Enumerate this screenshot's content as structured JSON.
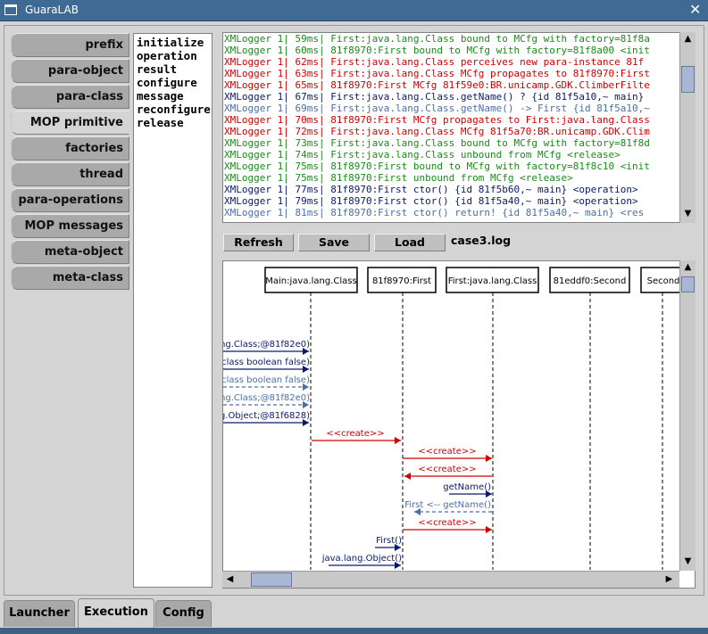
{
  "window": {
    "title": "GuaraLAB"
  },
  "categories": [
    "prefix",
    "para-object",
    "para-class",
    "MOP primitive",
    "factories",
    "thread",
    "para-operations",
    "MOP messages",
    "meta-object",
    "meta-class"
  ],
  "selected_category": "MOP primitive",
  "methods": [
    "initialize",
    "operation",
    "result",
    "configure",
    "message",
    "reconfigure",
    "release"
  ],
  "log_lines": [
    {
      "text": "XMLogger 1| 59ms| First:java.lang.Class bound to MCfg with factory=81f8a",
      "color": "green"
    },
    {
      "text": "XMLogger 1| 60ms| 81f8970:First bound to MCfg with factory=81f8a00 <init",
      "color": "green"
    },
    {
      "text": "XMLogger 1| 62ms| First:java.lang.Class perceives new para-instance  81f",
      "color": "red"
    },
    {
      "text": "XMLogger 1| 63ms| First:java.lang.Class MCfg propagates to 81f8970:First",
      "color": "red"
    },
    {
      "text": "XMLogger 1| 65ms| 81f8970:First MCfg 81f59e0:BR.unicamp.GDK.ClimberFilte",
      "color": "red"
    },
    {
      "text": "XMLogger 1| 67ms| First:java.lang.Class.getName() ? {id 81f5a10,~ main}",
      "color": "navy"
    },
    {
      "text": "XMLogger 1| 69ms| First:java.lang.Class.getName() -> First {id 81f5a10,~",
      "color": "blue"
    },
    {
      "text": "XMLogger 1| 70ms| 81f8970:First MCfg propagates to First:java.lang.Class",
      "color": "red"
    },
    {
      "text": "XMLogger 1| 72ms| First:java.lang.Class MCfg 81f5a70:BR.unicamp.GDK.Clim",
      "color": "red"
    },
    {
      "text": "XMLogger 1| 73ms| First:java.lang.Class bound to MCfg with factory=81f8d",
      "color": "green"
    },
    {
      "text": "XMLogger 1| 74ms| First:java.lang.Class unbound from MCfg <release>",
      "color": "green"
    },
    {
      "text": "XMLogger 1| 75ms| 81f8970:First bound to MCfg with factory=81f8c10 <init",
      "color": "green"
    },
    {
      "text": "XMLogger 1| 75ms| 81f8970:First unbound from MCfg <release>",
      "color": "green"
    },
    {
      "text": "XMLogger 1| 77ms| 81f8970:First ctor() {id 81f5b60,~ main} <operation>",
      "color": "navy"
    },
    {
      "text": "XMLogger 1| 79ms| 81f8970:First ctor() {id 81f5a40,~ main} <operation>",
      "color": "navy"
    },
    {
      "text": "XMLogger 1| 81ms| 81f8970:First ctor() return!  {id 81f5a40,~ main} <res",
      "color": "blue"
    }
  ],
  "buttons": {
    "refresh": "Refresh",
    "save": "Save",
    "load": "Load"
  },
  "log_file": "case3.log",
  "lifelines": [
    "Main:java.lang.Class",
    "81f8970:First",
    "First:java.lang.Class",
    "81eddf0:Second",
    "Second"
  ],
  "messages": [
    {
      "label": "ng.Class;@81f82e0)",
      "color": "navy"
    },
    {
      "label": "0,class boolean false)",
      "color": "navy"
    },
    {
      "label": "0,class boolean false)",
      "color": "blue"
    },
    {
      "label": "ng.Class;@81f82e0)",
      "color": "blue"
    },
    {
      "label": "g.Object;@81f6828)",
      "color": "navy"
    },
    {
      "label": "<<create>>",
      "color": "red"
    },
    {
      "label": "<<create>>",
      "color": "red"
    },
    {
      "label": "<<create>>",
      "color": "red"
    },
    {
      "label": "getName()",
      "color": "navy"
    },
    {
      "label": "First <-- getName()",
      "color": "blue"
    },
    {
      "label": "<<create>>",
      "color": "red"
    },
    {
      "label": "First()",
      "color": "navy"
    },
    {
      "label": "java.lang.Object()",
      "color": "navy"
    }
  ],
  "tabs": [
    "Launcher",
    "Execution",
    "Config"
  ],
  "active_tab": "Execution",
  "colors": {
    "green": "#1a8a1a",
    "red": "#d00000",
    "navy": "#0a1a6a",
    "blue": "#4a6fa5",
    "titlebar": "#3f6a93"
  }
}
